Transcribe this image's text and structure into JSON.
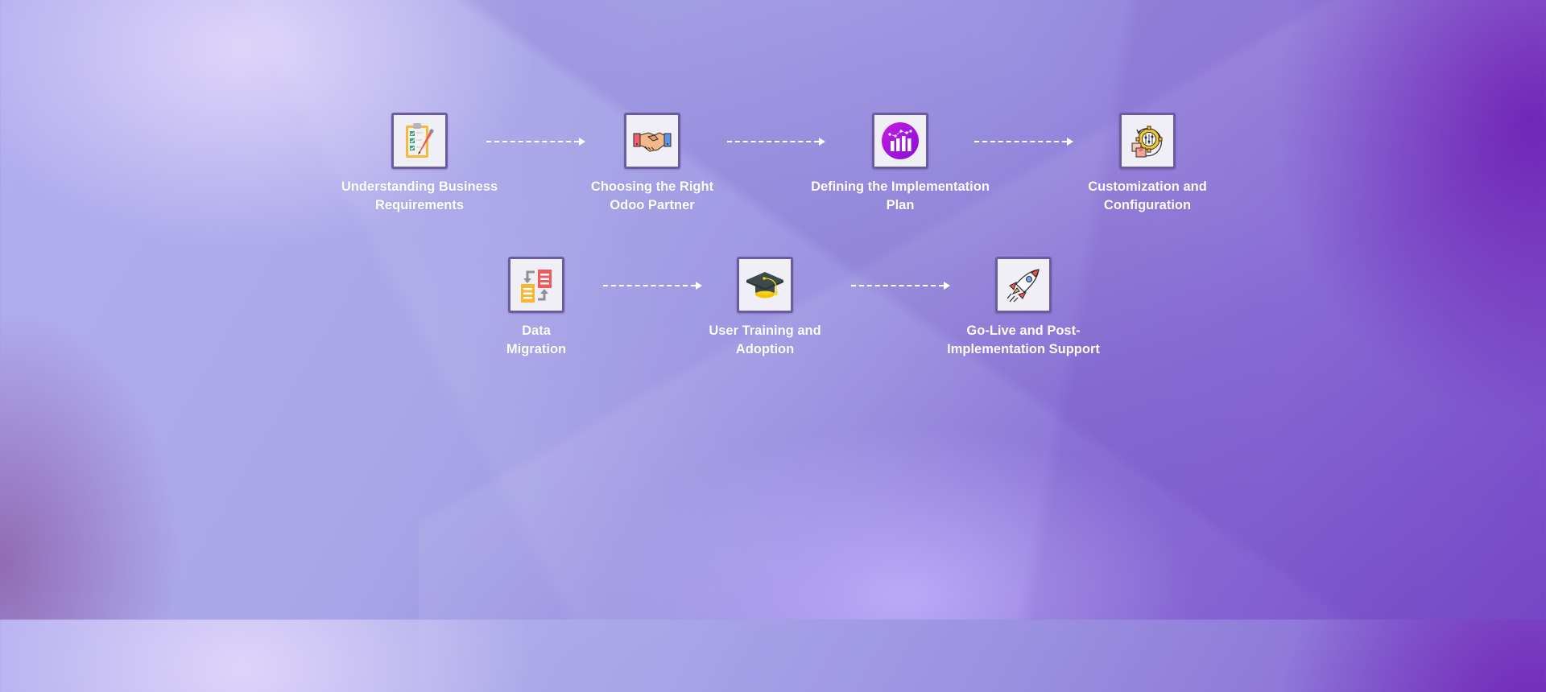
{
  "diagram": {
    "type": "process-flow",
    "rows": [
      {
        "steps": [
          {
            "label_line1": "Understanding Business",
            "label_line2": "Requirements",
            "icon": "clipboard-checklist-icon"
          },
          {
            "label_line1": "Choosing the Right",
            "label_line2": "Odoo Partner",
            "icon": "handshake-icon"
          },
          {
            "label_line1": "Defining the Implementation",
            "label_line2": "Plan",
            "icon": "bar-chart-circle-icon"
          },
          {
            "label_line1": "Customization and",
            "label_line2": "Configuration",
            "icon": "gear-sliders-icon"
          }
        ]
      },
      {
        "steps": [
          {
            "label_line1": "Data",
            "label_line2": "Migration",
            "icon": "data-transfer-icon"
          },
          {
            "label_line1": "User Training and",
            "label_line2": "Adoption",
            "icon": "graduation-cap-icon"
          },
          {
            "label_line1": "Go-Live and Post-",
            "label_line2": "Implementation Support",
            "icon": "rocket-icon"
          }
        ]
      }
    ],
    "connector": "dashed-arrow"
  },
  "colors": {
    "box_border": "#6b5c9f",
    "box_fill": "#f1eff6",
    "text": "#ffffff",
    "bg_light": "#d8d0f6",
    "bg_dark": "#6a22b4"
  }
}
